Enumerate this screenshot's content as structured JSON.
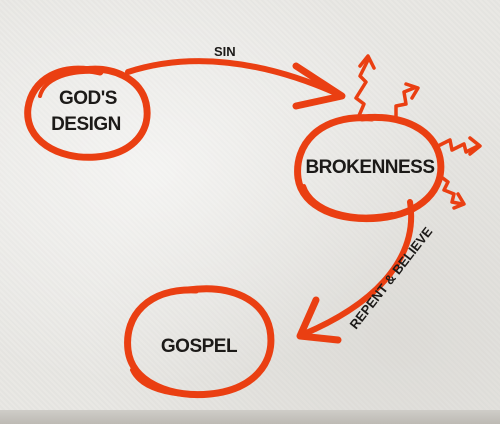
{
  "colors": {
    "marker": "#ea3f12",
    "ink": "#1c1a18"
  },
  "nodes": {
    "gods_design": {
      "line1": "GOD'S",
      "line2": "DESIGN"
    },
    "brokenness": {
      "label": "BROKENNESS"
    },
    "gospel": {
      "label": "GOSPEL"
    }
  },
  "edges": {
    "sin": {
      "label": "SIN"
    },
    "repent": {
      "label": "REPENT & BELIEVE"
    }
  },
  "icons": [
    "burst-arrow-icon"
  ]
}
